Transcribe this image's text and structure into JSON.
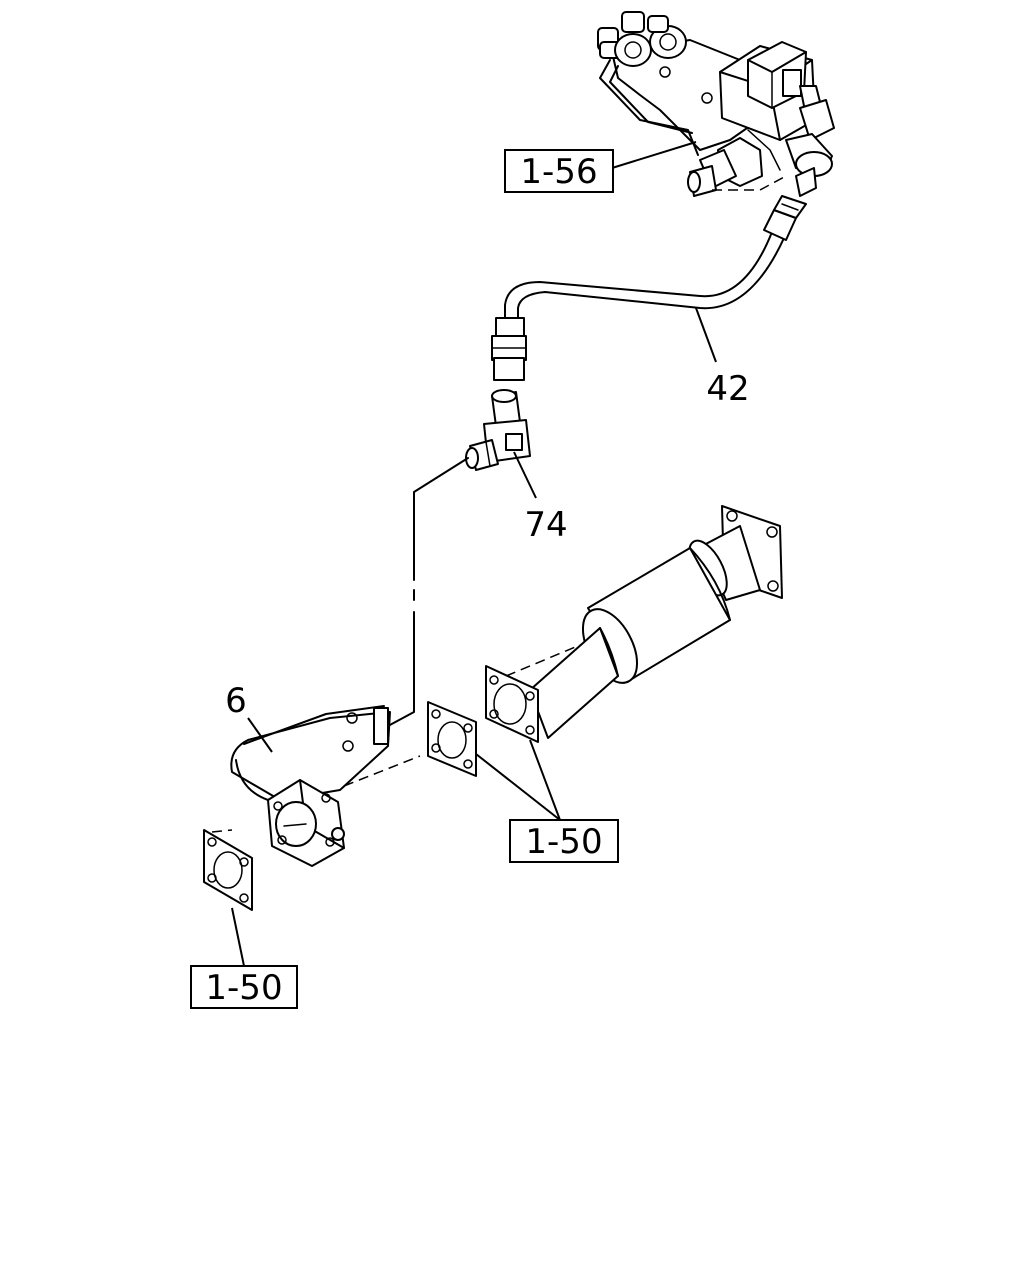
{
  "callouts": {
    "ref_1_56": "1-56",
    "part_42": "42",
    "part_74": "74",
    "part_6": "6",
    "ref_1_50_right": "1-50",
    "ref_1_50_left": "1-50"
  }
}
